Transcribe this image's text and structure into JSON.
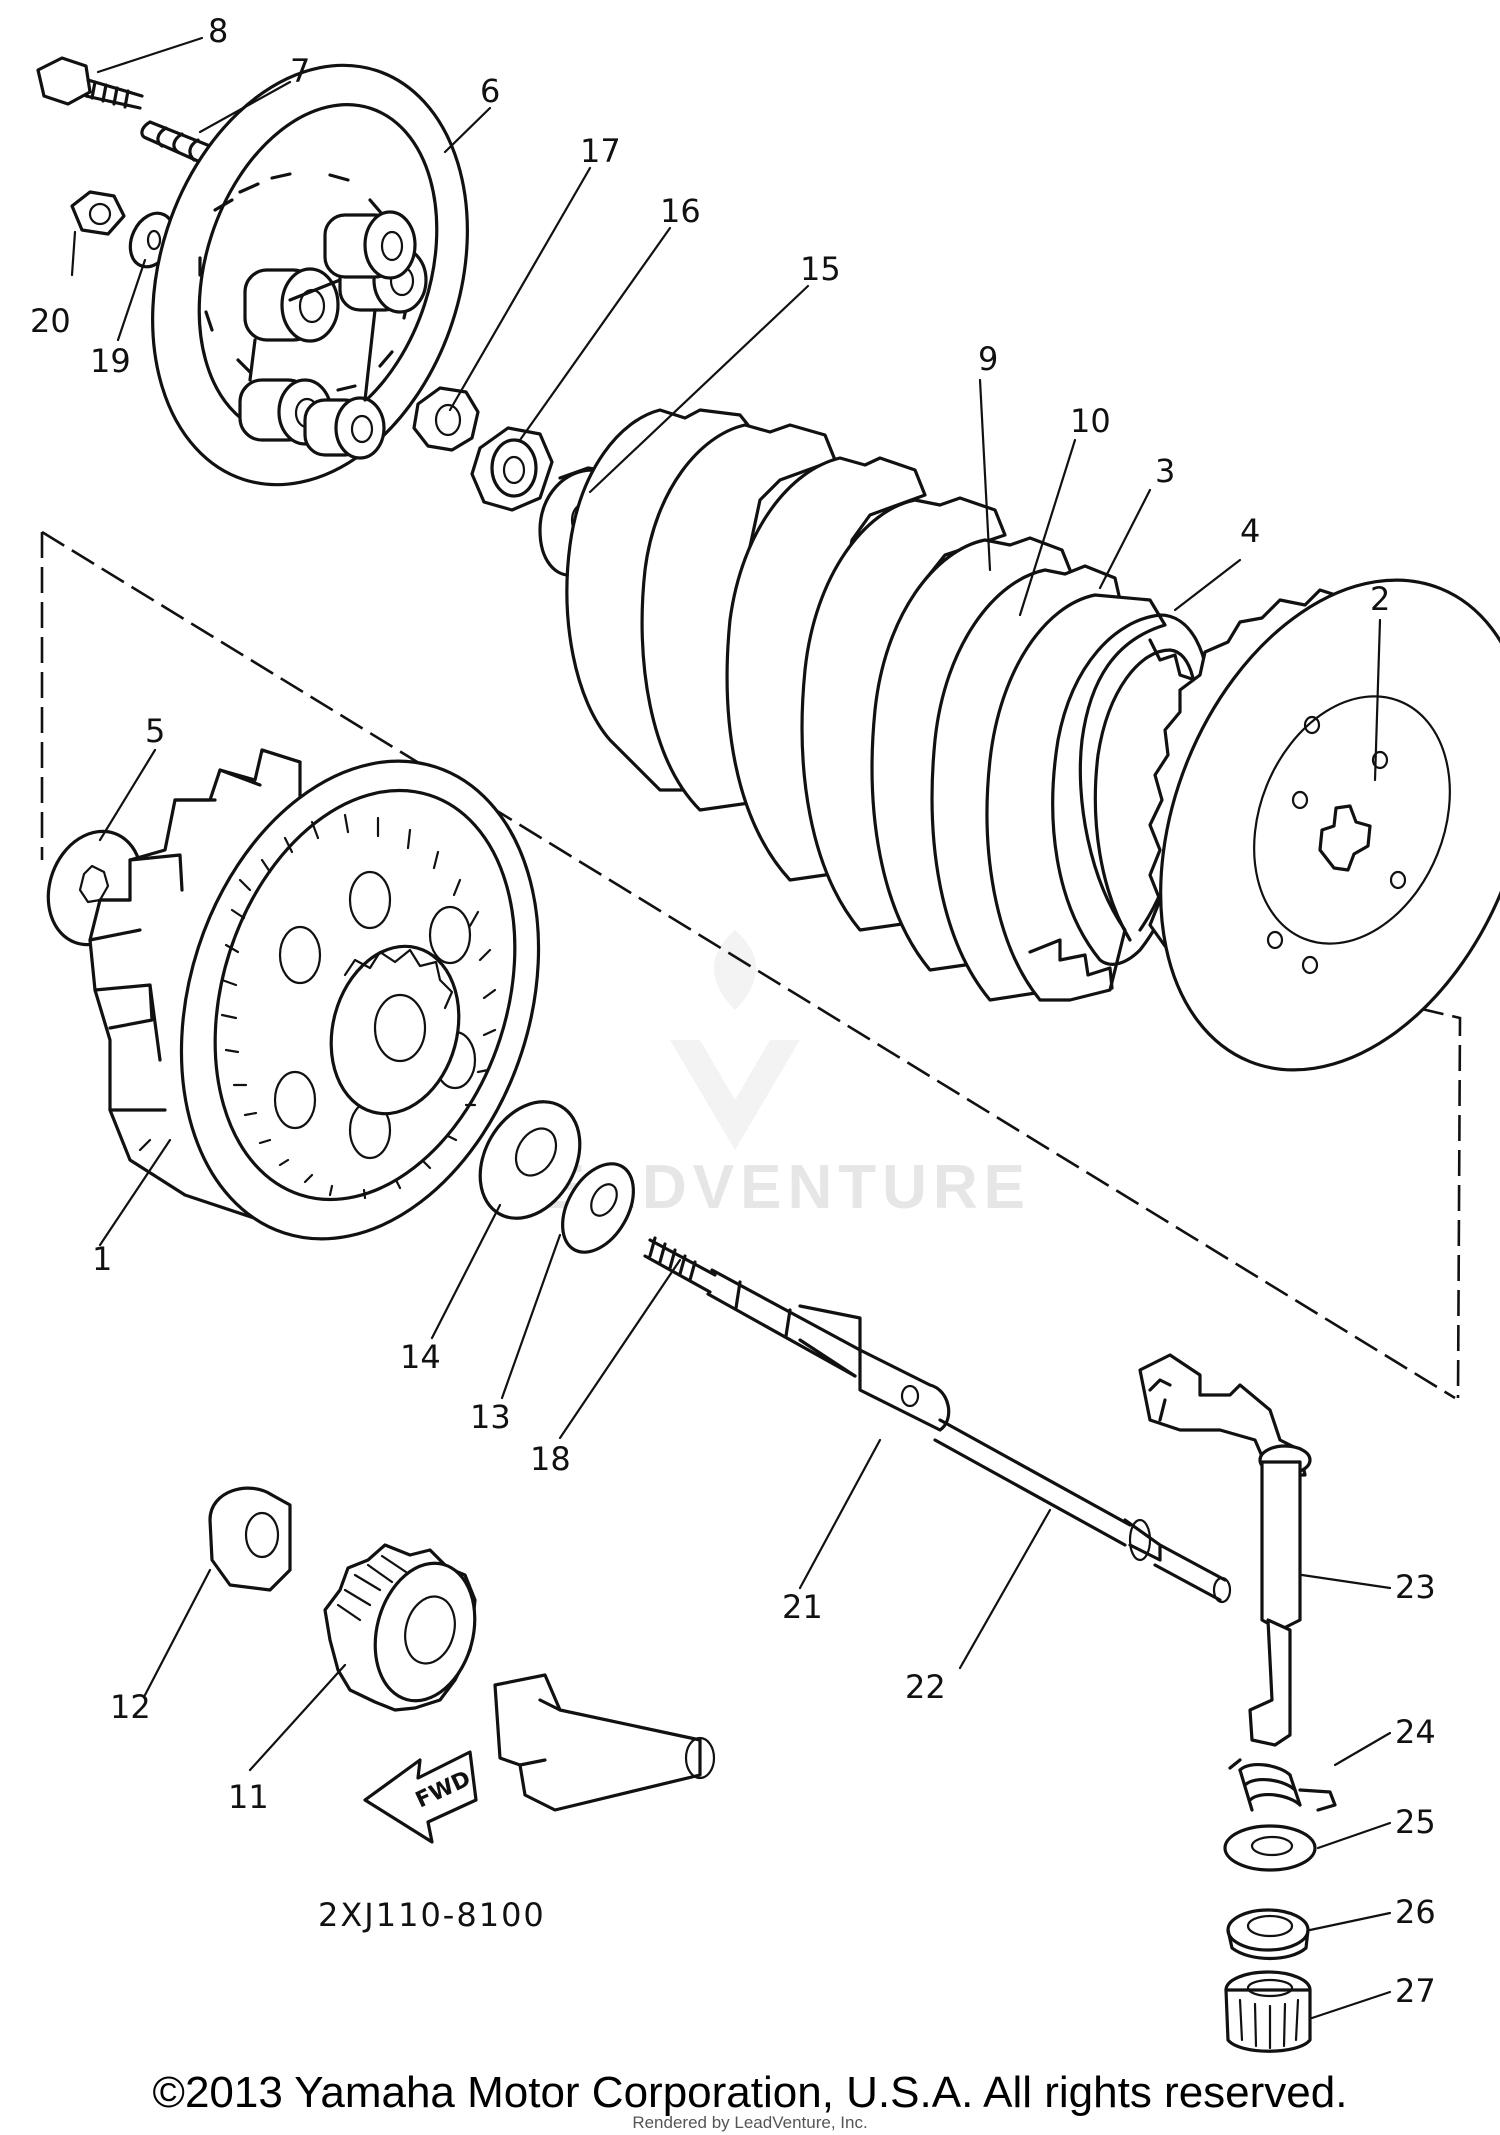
{
  "diagram": {
    "part_numbers": [
      "1",
      "2",
      "3",
      "4",
      "5",
      "6",
      "7",
      "8",
      "9",
      "10",
      "11",
      "12",
      "13",
      "14",
      "15",
      "16",
      "17",
      "18",
      "19",
      "20",
      "21",
      "22",
      "23",
      "24",
      "25",
      "26",
      "27"
    ],
    "fwd_label": "FWD",
    "drawing_code": "2XJ110-8100"
  },
  "watermark": {
    "text": "LEADVENTURE"
  },
  "footer": {
    "copyright": "©2013 Yamaha Motor Corporation, U.S.A. All rights reserved.",
    "rendered_by": "Rendered by LeadVenture, Inc."
  }
}
